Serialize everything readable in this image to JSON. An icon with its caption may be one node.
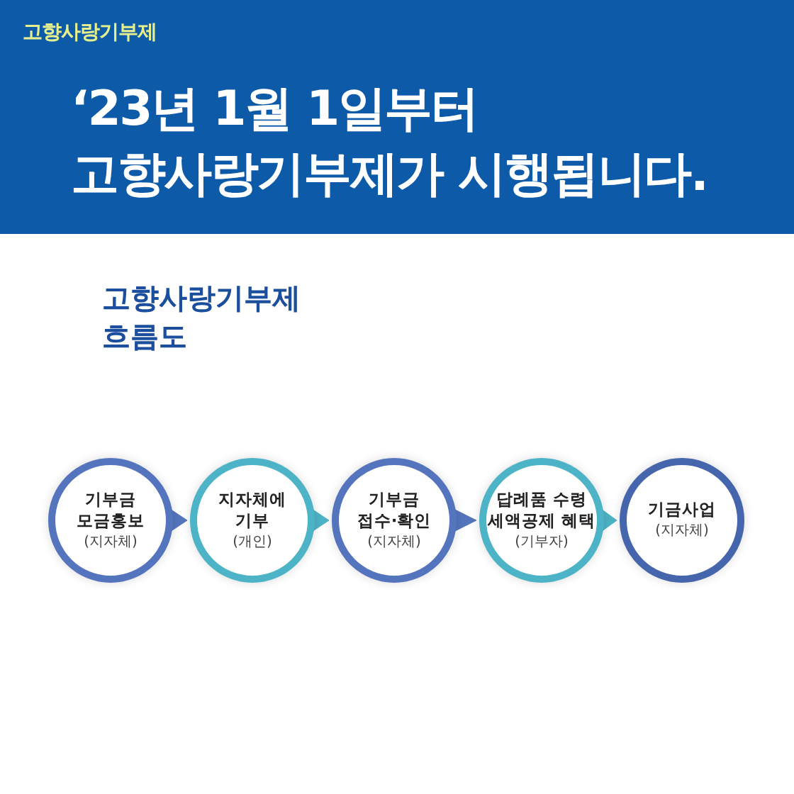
{
  "diagram": {
    "title": "‘23년 1월 1일부터 고향사랑기부제가 시행됩니다.",
    "nodes": [
      {
        "text": [
          "기부금 모금홍보",
          "(지자체)"
        ]
      },
      {
        "text": [
          "지자체에 기부",
          "(개인)"
        ]
      },
      {
        "text": [
          "기부금 접수·확인",
          "(지자체)"
        ]
      },
      {
        "text": [
          "답례품 수령 세액공제 혜택",
          "(기부자)"
        ]
      },
      {
        "text": [
          "기금사업",
          "(지자체)"
        ]
      }
    ],
    "edges": [
      {
        "from": 0,
        "to": 1,
        "arrow": "to"
      },
      {
        "from": 1,
        "to": 2,
        "arrow": "to",
        "color": "#4db3c6"
      },
      {
        "from": 2,
        "to": 3,
        "arrow": "to"
      },
      {
        "from": 3,
        "to": 4,
        "arrow": "to",
        "color": "#4db3c6"
      }
    ],
    "labels": [
      "고향사랑기부제",
      "고향사랑기부제 흐름도"
    ]
  }
}
